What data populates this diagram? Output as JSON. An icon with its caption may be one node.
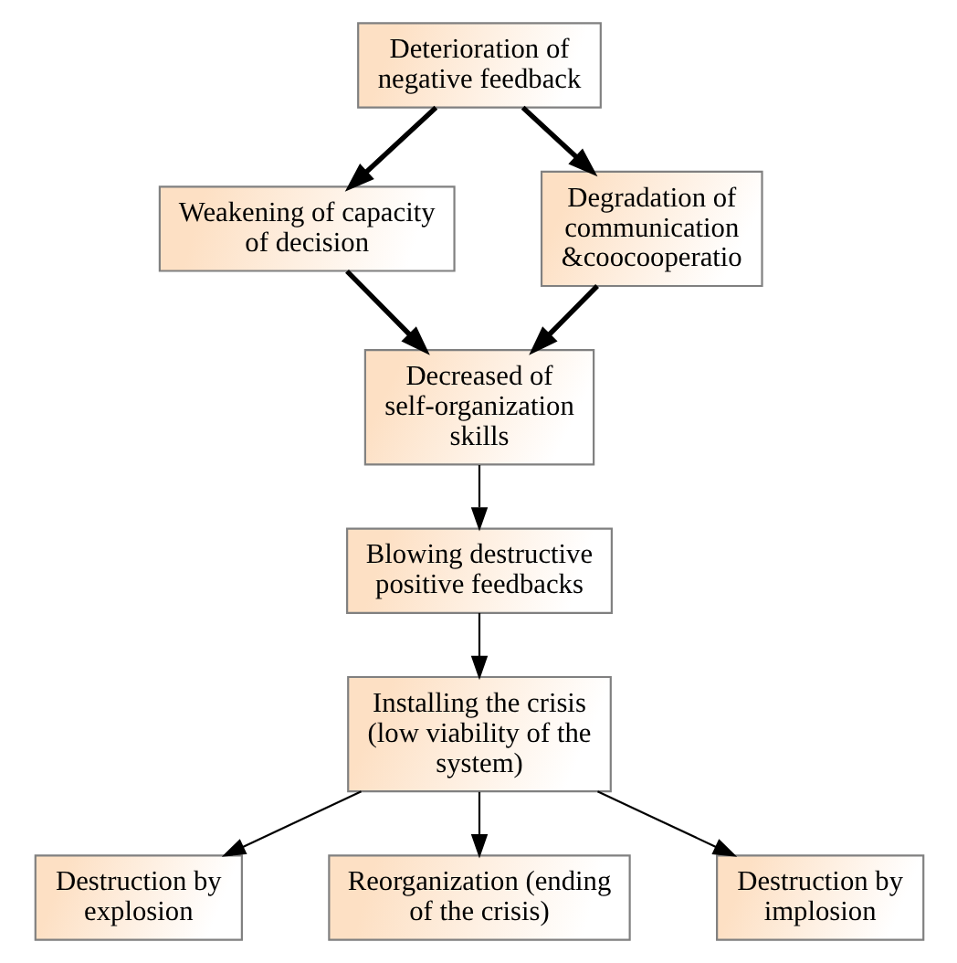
{
  "diagram": {
    "nodes": [
      {
        "text": [
          "Deterioration of negative feedback"
        ]
      },
      {
        "text": [
          "Weakening of capacity of decision"
        ]
      },
      {
        "text": [
          "Degradation of communication &coocooperatio"
        ]
      },
      {
        "text": [
          "Decreased of self-organization skills"
        ]
      },
      {
        "text": [
          "Blowing destructive positive feedbacks"
        ]
      },
      {
        "text": [
          "Installing the crisis (low viability of the system)"
        ]
      },
      {
        "text": [
          "Destruction by explosion"
        ]
      },
      {
        "text": [
          "Reorganization (ending of the crisis)"
        ]
      },
      {
        "text": [
          "Destruction by implosion"
        ]
      }
    ],
    "edges": [
      {
        "from": 0,
        "to": 1,
        "arrow": "to",
        "style": "thick"
      },
      {
        "from": 0,
        "to": 2,
        "arrow": "to",
        "style": "thick"
      },
      {
        "from": 1,
        "to": 3,
        "arrow": "to",
        "style": "thick"
      },
      {
        "from": 2,
        "to": 3,
        "arrow": "to",
        "style": "thick"
      },
      {
        "from": 3,
        "to": 4,
        "arrow": "to"
      },
      {
        "from": 4,
        "to": 5,
        "arrow": "to"
      },
      {
        "from": 5,
        "to": 6,
        "arrow": "to"
      },
      {
        "from": 5,
        "to": 7,
        "arrow": "to"
      },
      {
        "from": 5,
        "to": 8,
        "arrow": "to"
      }
    ]
  }
}
